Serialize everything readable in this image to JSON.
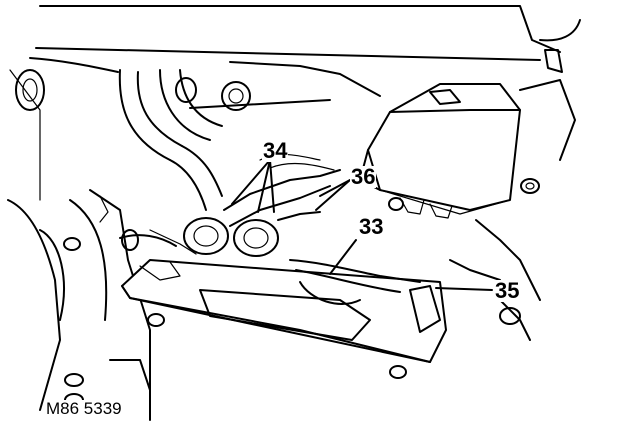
{
  "diagram": {
    "reference_code": "M86 5339",
    "callouts": [
      {
        "id": "34",
        "label": "34"
      },
      {
        "id": "36",
        "label": "36"
      },
      {
        "id": "33",
        "label": "33"
      },
      {
        "id": "35",
        "label": "35"
      }
    ]
  }
}
